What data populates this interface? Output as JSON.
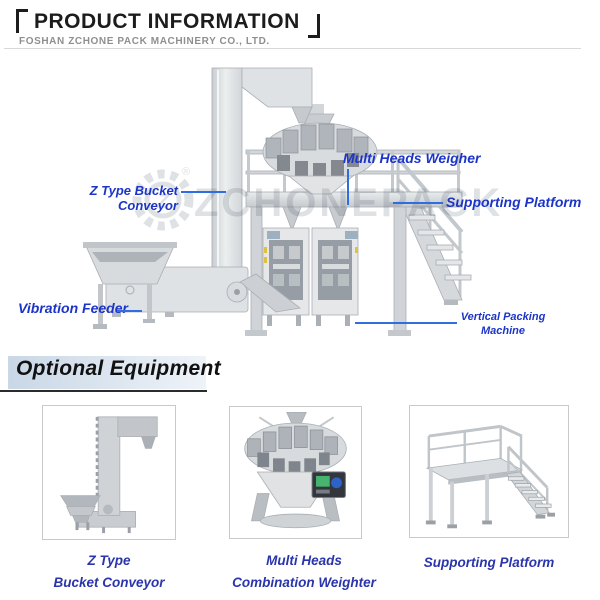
{
  "header": {
    "title": "PRODUCT INFORMATION",
    "subtitle": "FOSHAN ZCHONE PACK MACHINERY CO., LTD."
  },
  "diagram": {
    "watermark_text": "ZCHONEPACK",
    "watermark_logo_letter": "Z",
    "watermark_reg": "®",
    "labels": {
      "multi_heads_weigher": "Multi Heads Weigher",
      "z_type_bucket_conveyor": "Z Type Bucket Conveyor",
      "supporting_platform": "Supporting Platform",
      "vibration_feeder": "Vibration  Feeder",
      "vertical_packing_machine": {
        "line1": "Vertical Packing",
        "line2": "Machine"
      }
    }
  },
  "optional_equipment": {
    "heading": "Optional Equipment",
    "items": [
      {
        "line1": "Z Type",
        "line2": "Bucket Conveyor"
      },
      {
        "line1": "Multi Heads",
        "line2": "Combination Weighter"
      },
      {
        "line1": "Supporting Platform",
        "line2": ""
      }
    ]
  },
  "colors": {
    "label_blue": "#1c35c8",
    "leader_blue": "#2e6ee0",
    "caption_blue": "#2a35ab",
    "subtitle_gray": "#8f8f8f",
    "heading_bg_from": "#c9d7e6",
    "heading_bg_to": "#eef3f8",
    "watermark_gray": "#dfe2e5"
  }
}
